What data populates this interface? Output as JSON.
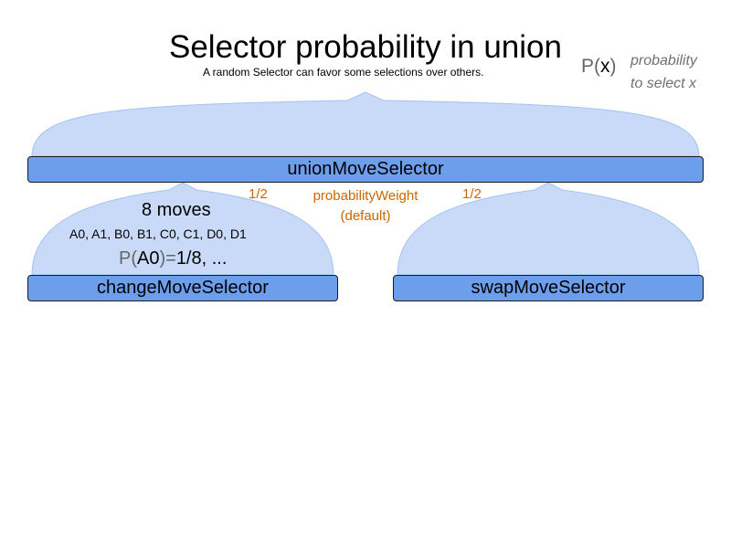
{
  "title": "Selector probability in union",
  "subtitle": "A random Selector can favor some selections over others.",
  "legend": {
    "symbol_prefix": "P(",
    "symbol_var": "x",
    "symbol_suffix": ")",
    "text_line1": "probability",
    "text_line2": "to select x"
  },
  "selectors": {
    "union": "unionMoveSelector",
    "change": "changeMoveSelector",
    "swap": "swapMoveSelector"
  },
  "weights": {
    "left": "1/2",
    "right": "1/2",
    "label": "probabilityWeight (default)"
  },
  "change_details": {
    "count": "8 moves",
    "moves": "A0, A1, B0, B1, C0, C1, D0, D1",
    "prob_prefix": "P(",
    "prob_var": "A0",
    "prob_suffix": ")=",
    "prob_value": "1/8, ..."
  },
  "colors": {
    "box_fill": "#6d9eeb",
    "arch_fill": "#c9daf8",
    "arch_stroke": "#a4c2f4",
    "weight_text": "#cc6600"
  }
}
